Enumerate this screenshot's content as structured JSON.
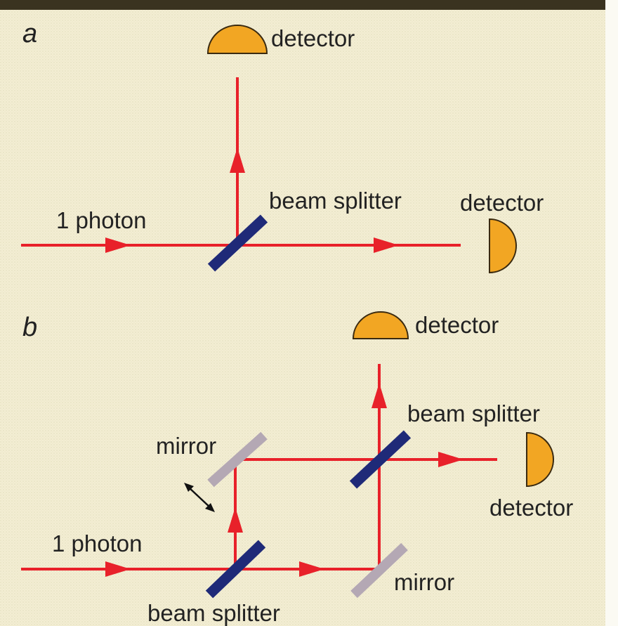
{
  "panel_a": {
    "letter": "a",
    "source_label": "1 photon",
    "splitter_label": "beam splitter",
    "detector_top_label": "detector",
    "detector_right_label": "detector"
  },
  "panel_b": {
    "letter": "b",
    "source_label": "1 photon",
    "splitter_bottom_label": "beam splitter",
    "splitter_top_label": "beam splitter",
    "mirror_top_label": "mirror",
    "mirror_bottom_label": "mirror",
    "detector_top_label": "detector",
    "detector_right_label": "detector"
  },
  "colors": {
    "beam": "#e8212a",
    "splitter": "#1f2a78",
    "mirror": "#b4a8b4",
    "detector": "#f2a623",
    "top_band": "#3a3320",
    "background": "#f3eed3"
  }
}
